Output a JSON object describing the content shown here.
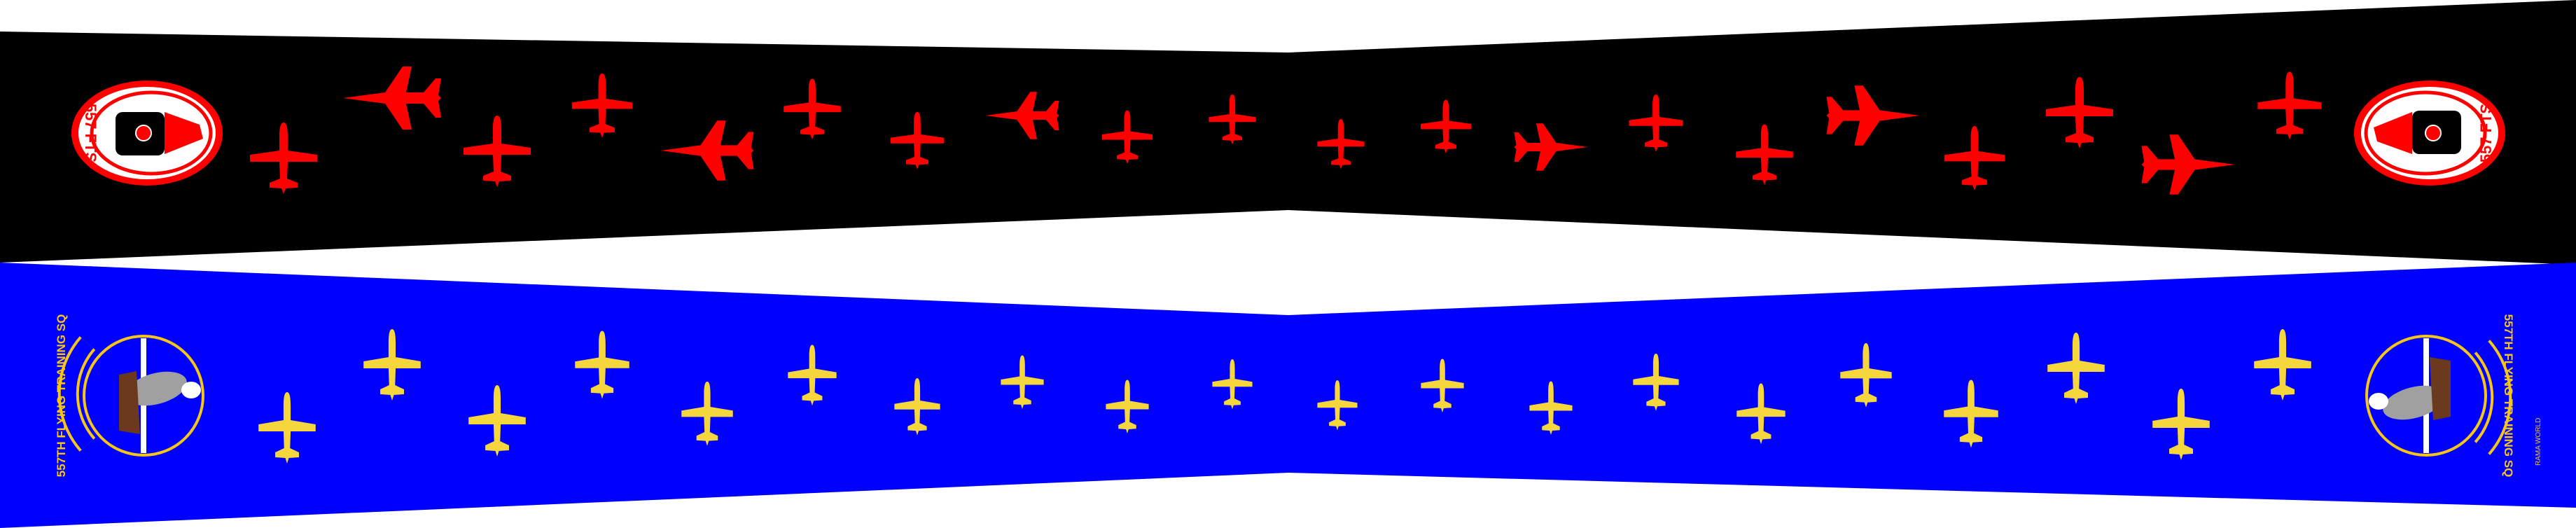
{
  "colors": {
    "top_band": "#000000",
    "bottom_band": "#0000ff",
    "red_plane": "#ff0000",
    "yellow_plane": "#f5d63d",
    "patch_gold": "#f5c518"
  },
  "top_patch": {
    "text": "557 FTS",
    "icon": "bell-mascot-emblem"
  },
  "bottom_patch": {
    "text": "557TH FLYING TRAINING SQ",
    "icon": "falcon-emblem"
  },
  "credit": "RAMA WORLD"
}
